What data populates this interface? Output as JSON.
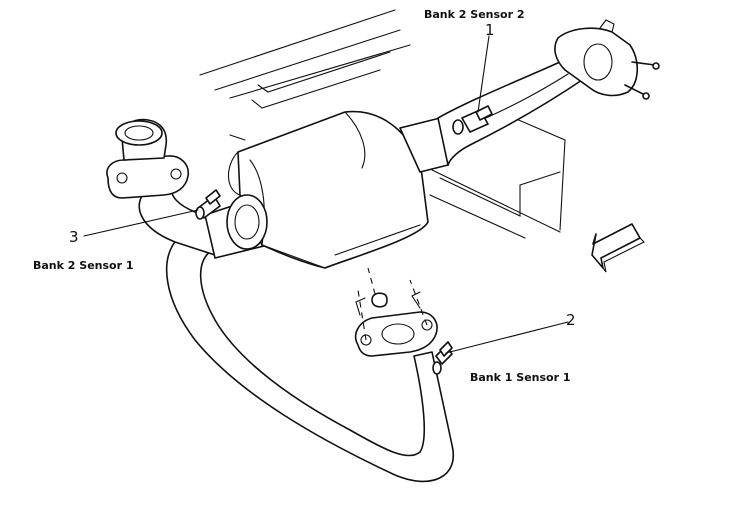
{
  "callouts": [
    {
      "number": "1",
      "label": "Bank 2 Sensor 2"
    },
    {
      "number": "2",
      "label": "Bank 1 Sensor 1"
    },
    {
      "number": "3",
      "label": "Bank 2 Sensor 1"
    }
  ]
}
